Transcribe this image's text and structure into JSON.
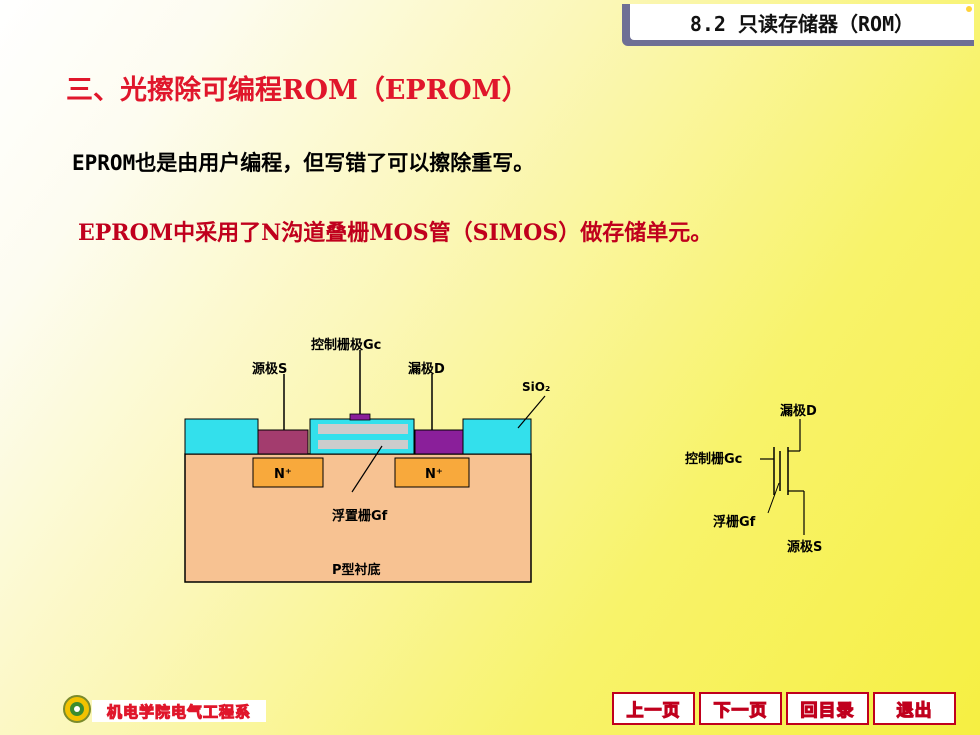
{
  "header": {
    "section": "8.2 只读存储器（ROM）"
  },
  "title": "三、光擦除可编程ROM（EPROM）",
  "paragraphs": {
    "line1": "EPROM也是由用户编程，但写错了可以擦除重写。",
    "line2": "EPROM中采用了N沟道叠栅MOS管（SIMOS）做存储单元。"
  },
  "cross_section": {
    "control_gate": "控制栅极Gc",
    "source": "源极S",
    "drain": "漏极D",
    "oxide": "SiO₂",
    "n_left": "N⁺",
    "n_right": "N⁺",
    "floating_gate": "浮置栅Gf",
    "substrate": "P型衬底"
  },
  "symbol": {
    "drain": "漏极D",
    "control_gate": "控制栅Gc",
    "floating_gate": "浮栅Gf",
    "source": "源极S"
  },
  "footer": {
    "department": "机电学院电气工程系"
  },
  "nav": {
    "prev": "上一页",
    "next": "下一页",
    "toc": "回目录",
    "exit": "退出"
  },
  "colors": {
    "title_red": "#e0162b",
    "oxide_cyan": "#33e0ec",
    "substrate": "#f7c292",
    "n_region": "#f8a93c",
    "source_purple": "#a33c6e",
    "drain_purple": "#8a1f9a",
    "gate_gray": "#cccccc",
    "nav_red": "#c0001d"
  }
}
